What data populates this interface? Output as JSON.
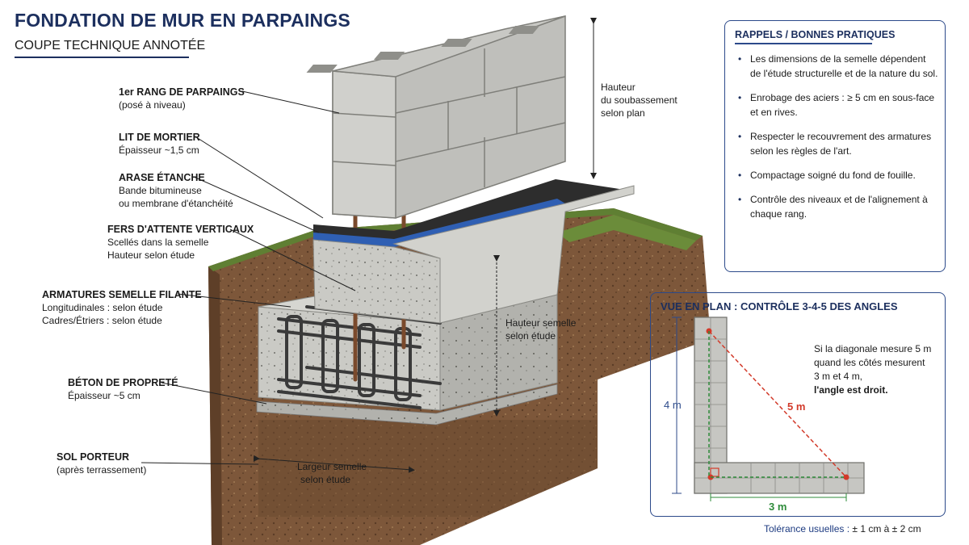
{
  "header": {
    "title": "FONDATION DE MUR EN PARPAINGS",
    "subtitle": "COUPE TECHNIQUE ANNOTÉE"
  },
  "labels": [
    {
      "heading": "1er RANG DE PARPAINGS",
      "text": "(posé à niveau)"
    },
    {
      "heading": "LIT DE MORTIER",
      "text": "Épaisseur ~1,5 cm"
    },
    {
      "heading": "ARASE ÉTANCHE",
      "text": "Bande bitumineuse",
      "text2": "ou membrane d'étanchéité"
    },
    {
      "heading": "FERS D'ATTENTE VERTICAUX",
      "text": "Scellés dans la semelle",
      "text2": "Hauteur selon étude"
    },
    {
      "heading": "ARMATURES SEMELLE FILANTE",
      "text": "Longitudinales : selon étude",
      "text2": "Cadres/Étriers : selon étude"
    },
    {
      "heading": "BÉTON DE PROPRETÉ",
      "text": "Épaisseur ~5 cm"
    },
    {
      "heading": "SOL PORTEUR",
      "text": "(après terrassement)"
    }
  ],
  "dimensions": {
    "wall_height": [
      "Hauteur",
      "du soubassement",
      "selon plan"
    ],
    "footing_height": [
      "Hauteur semelle",
      "selon étude"
    ],
    "footing_width": [
      "Largeur semelle",
      "selon étude"
    ]
  },
  "tips_box": {
    "title": "RAPPELS / BONNES PRATIQUES",
    "items": [
      "Les dimensions de la semelle dépendent de l'étude structurelle et de la nature du sol.",
      "Enrobage des aciers : ≥ 5 cm en sous-face et en rives.",
      "Respecter le recouvrement des armatures selon les règles de l'art.",
      "Compactage soigné du fond de fouille.",
      "Contrôle des niveaux et de l'alignement à chaque rang."
    ]
  },
  "plan_box": {
    "title": "VUE EN PLAN : CONTRÔLE 3-4-5 DES ANGLES",
    "note_lines": [
      "Si la diagonale mesure 5 m",
      "quand les côtés mesurent",
      "3 m et 4 m,"
    ],
    "note_bold": "l'angle est droit.",
    "side_a": "4 m",
    "side_b": "3 m",
    "diagonal": "5 m"
  },
  "tolerance": {
    "label": "Tolérance usuelles :",
    "value": "± 1 cm à ± 2 cm"
  },
  "colors": {
    "title": "#1c2f5e",
    "accent_blue": "#2c4a8a",
    "measure_red": "#d23a2a",
    "measure_green": "#2e8b3a",
    "membrane_blue": "#2f5fb3",
    "soil": "#7a5538",
    "concrete": "#c9c9c4",
    "block": "#bcbcb8"
  }
}
